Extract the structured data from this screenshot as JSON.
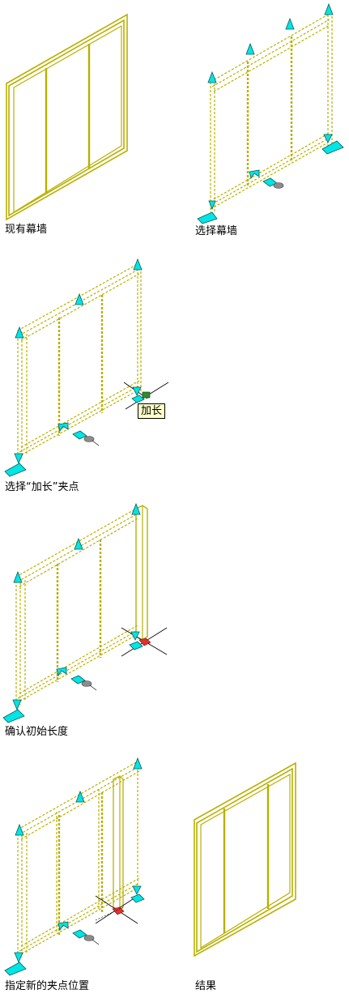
{
  "captions": {
    "existing": "现有幕墙",
    "select": "选择幕墙",
    "select_grip": "选择“加长”夹点",
    "confirm_length": "确认初始长度",
    "new_grip_position": "指定新的夹点位置",
    "result": "结果"
  },
  "tooltip": {
    "lengthen": "加长"
  },
  "colors": {
    "wall": "#b8b000",
    "wall_dark": "#8a8200",
    "grip": "#00e5e5",
    "grip_outline": "#0a5a5a",
    "grip_hot": "#e03030",
    "grip_selected": "#2e8b2e",
    "crosshair": "#000000",
    "caption": "#000000",
    "tooltip_bg": "#ffffcc"
  },
  "icons": [
    "triangle-grip-icon",
    "arrow-grip-icon",
    "crosshair-icon",
    "ellipse-grip-icon"
  ]
}
